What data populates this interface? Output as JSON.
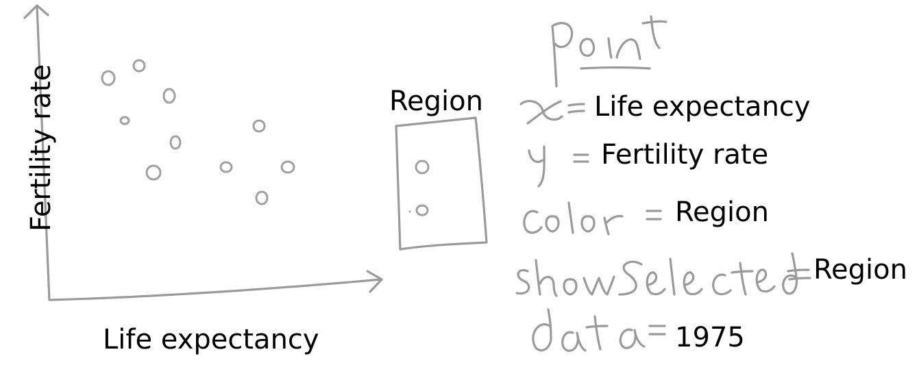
{
  "chart": {
    "x_axis_label": "Life expectancy",
    "y_axis_label": "Fertility rate",
    "legend_title": "Region",
    "mark_color": "#a0a0a0"
  },
  "spec": {
    "heading": "point",
    "encodings": [
      {
        "channel": "x",
        "value": "Life expectancy"
      },
      {
        "channel": "y",
        "value": "Fertility rate"
      },
      {
        "channel": "color",
        "value": "Region"
      },
      {
        "channel": "showSelected",
        "value": "Region"
      },
      {
        "channel": "data",
        "value": "1975"
      }
    ]
  }
}
